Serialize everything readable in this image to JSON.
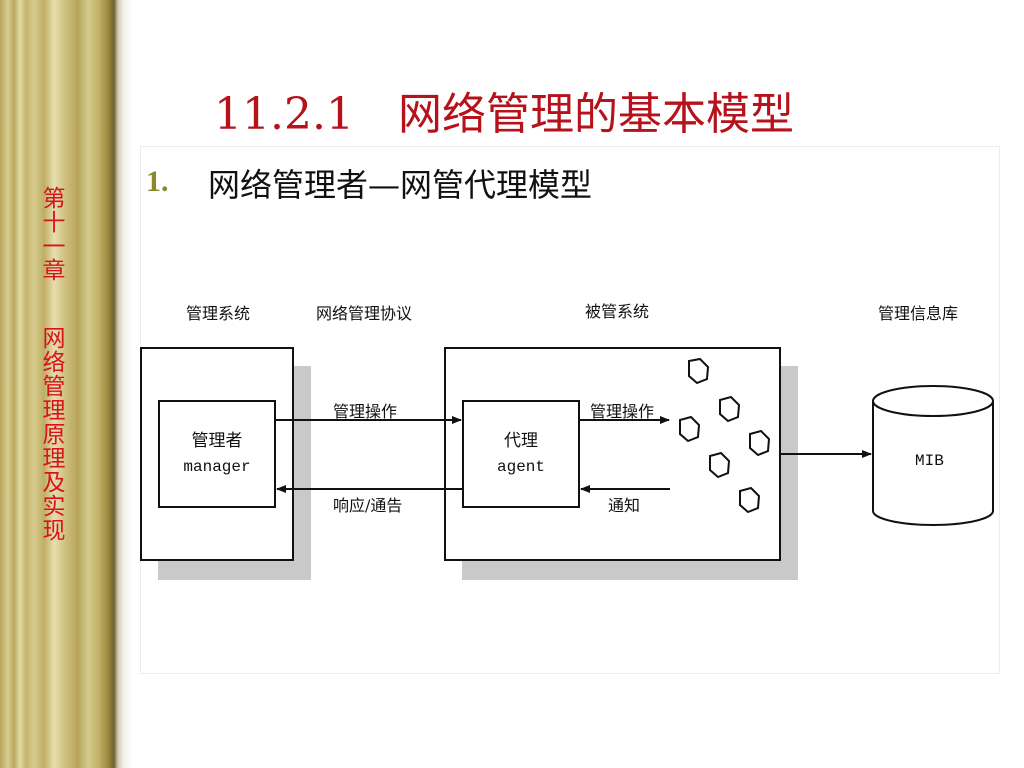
{
  "sidebar": {
    "chapter": "第十一章",
    "subject": "网络管理原理及实现"
  },
  "slide": {
    "title": "11.2.1　网络管理的基本模型",
    "bullet_number": "1.",
    "bullet_text": "网络管理者—网管代理模型"
  },
  "diagram": {
    "labels": {
      "mgmt_system": "管理系统",
      "protocol": "网络管理协议",
      "managed_system": "被管系统",
      "mib_title": "管理信息库"
    },
    "manager": {
      "name": "管理者",
      "name_en": "manager"
    },
    "agent": {
      "name": "代理",
      "name_en": "agent"
    },
    "arrows": {
      "mgr_to_agent": "管理操作",
      "agent_to_mgr": "响应/通告",
      "agent_to_objects": "管理操作",
      "objects_to_agent": "通知"
    },
    "mib_label": "MIB"
  },
  "colors": {
    "title_red": "#b5121b",
    "side_text_red": "#d9121f",
    "bullet_olive": "#8a8a2a"
  }
}
